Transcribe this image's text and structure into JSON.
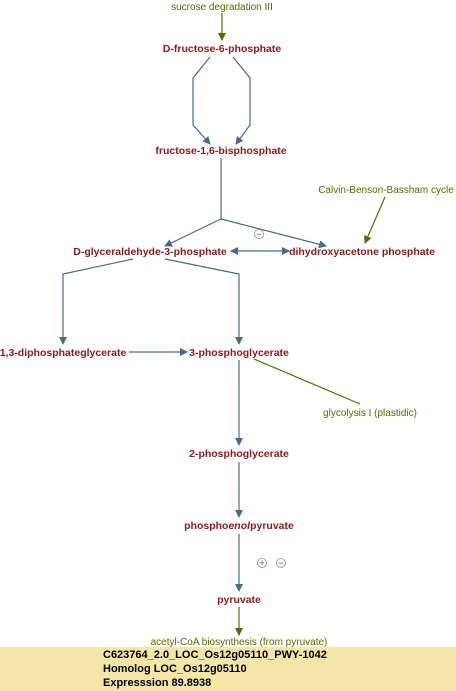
{
  "metabolites": {
    "f6p": "D-fructose-6-phosphate",
    "fbp": "fructose-1,6-bisphosphate",
    "gap": "D-glyceraldehyde-3-phosphate",
    "dhap": "dihydroxyacetone phosphate",
    "bpg": "1,3-diphosphateglycerate",
    "pg3": "3-phosphoglycerate",
    "pg2": "2-phosphoglycerate",
    "pep_a": "phospho",
    "pep_b": "enol",
    "pep_c": "pyruvate",
    "pyr": "pyruvate"
  },
  "pathways": {
    "sucrose": "sucrose degradation III",
    "calvin": "Calvin-Benson-Bassham cycle",
    "glycolysis": "glycolysis I (plastidic)",
    "acetyl": "acetyl-CoA biosynthesis (from pyruvate)"
  },
  "regulators": {
    "minus": "−",
    "plus": "+"
  },
  "info": {
    "line1": "C623764_2.0_LOC_Os12g05110_PWY-1042",
    "line2": "Homolog LOC_Os12g05110",
    "line3": "Expresssion 89.8938"
  },
  "colors": {
    "metabolite": "#8b1a1a",
    "pathway": "#556b00",
    "edge": "#4a6a8a",
    "info_bg": "#f3e6a6"
  }
}
